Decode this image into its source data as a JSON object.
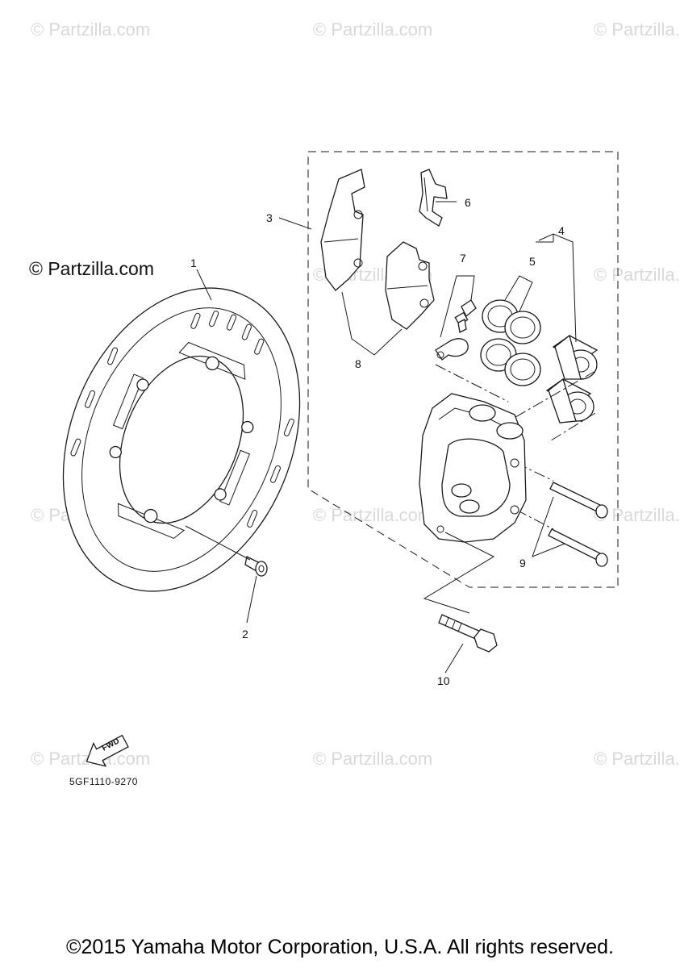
{
  "watermark_text": "© Partzilla.com",
  "brand_text": "© Partzilla.com",
  "callouts": {
    "c1": "1",
    "c2": "2",
    "c3": "3",
    "c4": "4",
    "c5": "5",
    "c6": "6",
    "c7": "7",
    "c8": "8",
    "c9": "9",
    "c10": "10"
  },
  "fwd_label": "FWD",
  "diagram_code": "5GF1110-9270",
  "copyright": "©2015 Yamaha Motor Corporation, U.S.A. All rights reserved.",
  "colors": {
    "line": "#1a1a1a",
    "watermark": "#d9d9d9",
    "background": "#ffffff"
  }
}
